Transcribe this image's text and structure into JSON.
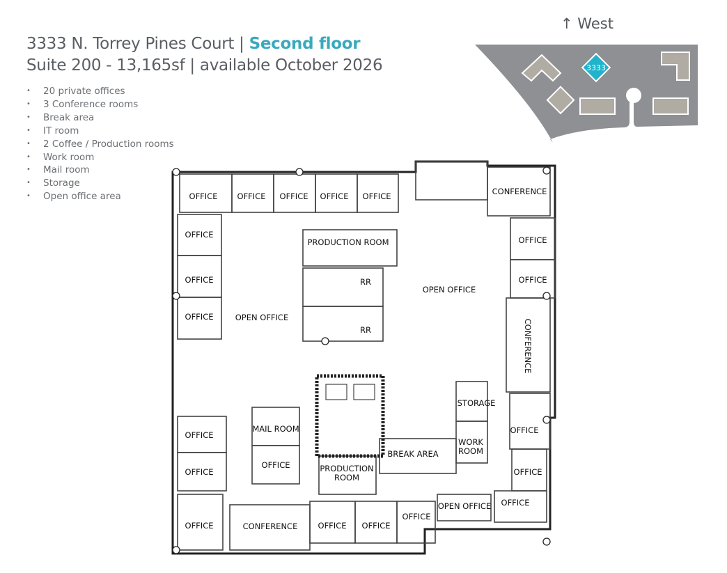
{
  "header": {
    "line1_main": "3333 N. Torrey Pines Court | ",
    "line1_accent": "Second floor",
    "line2": "Suite 200 - 13,165sf | available October 2026"
  },
  "features": [
    "20 private offices",
    "3 Conference rooms",
    "Break area",
    "IT room",
    "2 Coffee / Production rooms",
    "Work room",
    "Mail room",
    "Storage",
    "Open office area"
  ],
  "site_map": {
    "compass_label": "West",
    "compass_icon": "arrow-up-icon",
    "building_label": "3333",
    "colors": {
      "ground": "#8e9094",
      "building": "#b0aba3",
      "highlight": "#1fb3cc",
      "accent_text": "#3aa9be"
    }
  },
  "rooms": {
    "office": "OFFICE",
    "open_office": "OPEN OFFICE",
    "conference": "CONFERENCE",
    "production_room": "PRODUCTION ROOM",
    "production": "PRODUCTION",
    "room": "ROOM",
    "rr": "RR",
    "storage": "STORAGE",
    "work": "WORK",
    "mail_room": "MAIL ROOM",
    "break_area": "BREAK AREA"
  }
}
